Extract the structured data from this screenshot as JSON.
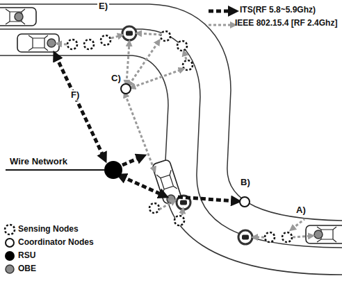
{
  "diagram": {
    "labels": [
      "E)",
      "C)",
      "F)",
      "Wire Network",
      "B)",
      "A)"
    ],
    "legend": [
      {
        "text": "ITS(RF 5.8~5.9Ghz)"
      },
      {
        "text": "IEEE 802.15.4 [RF 2.4Ghz]"
      },
      {
        "text": "Sensing Nodes"
      },
      {
        "text": "Coordinator Nodes"
      },
      {
        "text": "RSU"
      },
      {
        "text": "OBE"
      }
    ]
  }
}
